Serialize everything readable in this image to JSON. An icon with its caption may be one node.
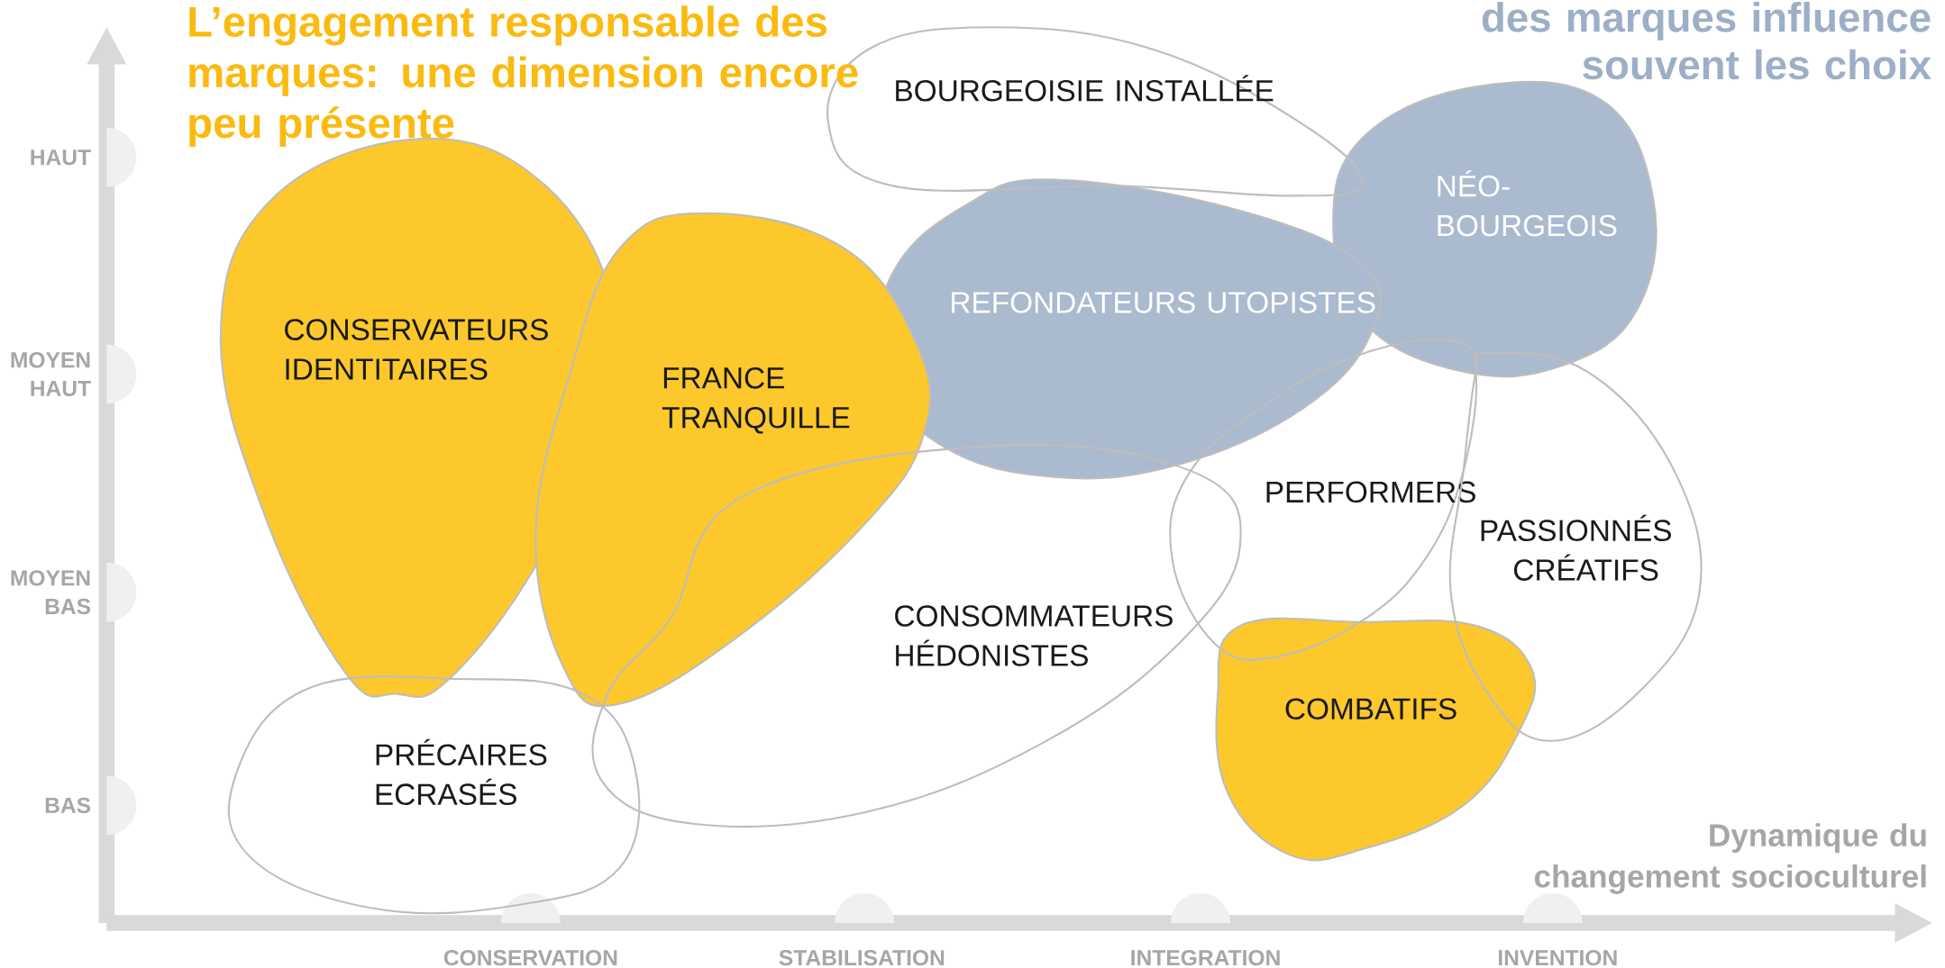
{
  "diagram": {
    "title": "L’engagement responsable des marques: une dimension encore peu présente",
    "nodes": [
      {
        "text": [
          "BOURGEOISIE INSTALLÉE"
        ]
      },
      {
        "text": [
          "NÉO-BOURGEOIS"
        ]
      },
      {
        "text": [
          "REFONDATEURS UTOPISTES"
        ]
      },
      {
        "text": [
          "CONSERVATEURS IDENTITAIRES"
        ]
      },
      {
        "text": [
          "FRANCE TRANQUILLE"
        ]
      },
      {
        "text": [
          "PERFORMERS"
        ]
      },
      {
        "text": [
          "PASSIONNÉS CRÉATIFS"
        ]
      },
      {
        "text": [
          "CONSOMMATEURS HÉDONISTES"
        ]
      },
      {
        "text": [
          "COMBATIFS"
        ]
      },
      {
        "text": [
          "PRÉCAIRES ECRASÉS"
        ]
      }
    ],
    "labels": [
      "des marques influence souvent les choix",
      "HAUT",
      "MOYEN HAUT",
      "MOYEN BAS",
      "BAS",
      "Dynamique du changement socioculturel",
      "CONSERVATION",
      "STABILISATION",
      "INTEGRATION",
      "INVENTION"
    ]
  }
}
